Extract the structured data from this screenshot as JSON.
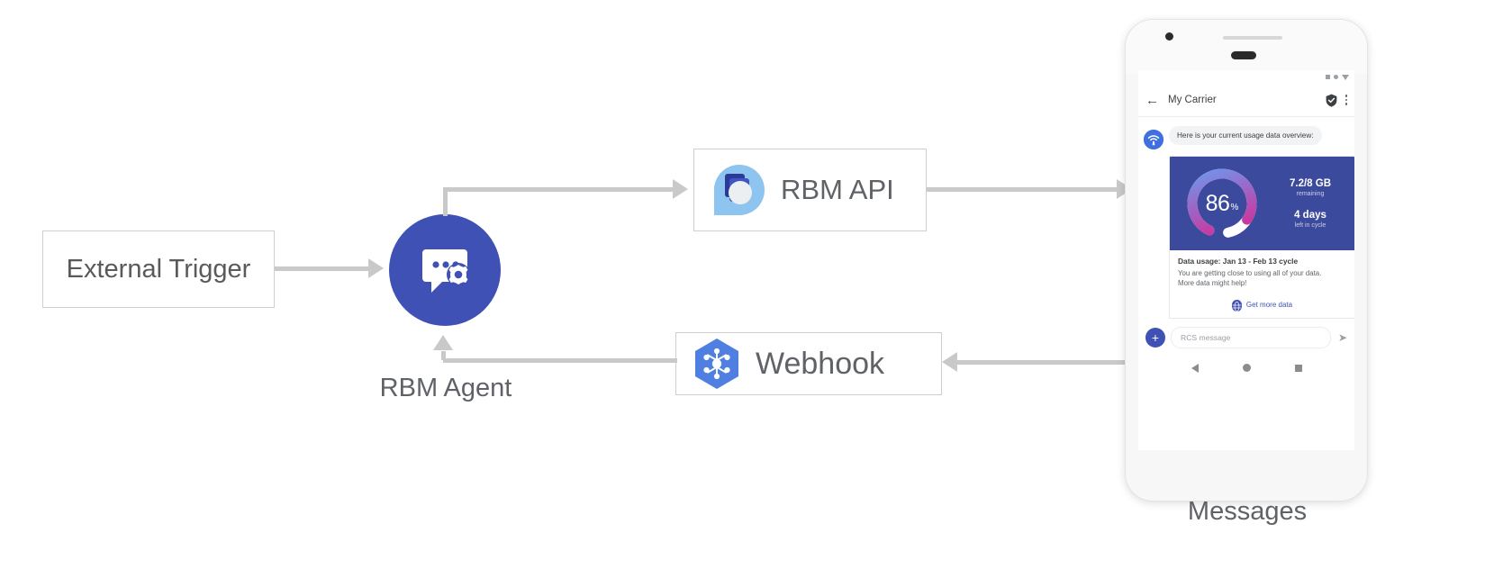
{
  "diagram": {
    "nodes": {
      "external_trigger": {
        "label": "External Trigger"
      },
      "rbm_agent": {
        "label": "RBM Agent",
        "icon": "chat-gear-icon",
        "color": "#3f51b5"
      },
      "rbm_api": {
        "label": "RBM API",
        "icon": "rbm-api-logo"
      },
      "webhook": {
        "label": "Webhook",
        "icon": "webhook-hexagon-icon",
        "color": "#4285f4"
      },
      "messages": {
        "label": "Messages"
      }
    },
    "connector_color": "#c9c9c9"
  },
  "phone": {
    "statusbar": {
      "icons": [
        "square-icon",
        "circle-icon",
        "triangle-down-icon"
      ]
    },
    "appbar": {
      "back_icon": "←",
      "title": "My Carrier",
      "verified_icon": "shield-check-icon",
      "menu_icon": "kebab-menu-icon"
    },
    "conversation": {
      "agent_avatar_icon": "rcs-agent-icon",
      "greeting": "Here is your current usage data overview:"
    },
    "card": {
      "gauge": {
        "percent": "86",
        "percent_symbol": "%",
        "value": 86,
        "arc_colors": [
          "#6b9bf0",
          "#a45ec0",
          "#e0218a"
        ],
        "track_color": "#ffffff",
        "background": "#3b4a9c"
      },
      "stats": [
        {
          "big": "7.2/8 GB",
          "small": "remaining"
        },
        {
          "big": "4 days",
          "small": "left in cycle"
        }
      ],
      "title": "Data usage: Jan 13 - Feb 13 cycle",
      "description_line1": "You are getting close to using all of your data.",
      "description_line2": "More data might help!",
      "action": {
        "icon": "globe-icon",
        "label": "Get more data",
        "color": "#4051b5"
      }
    },
    "composer": {
      "plus_icon": "+",
      "placeholder": "RCS message",
      "send_icon": "➤"
    },
    "navbar": {
      "icons": [
        "nav-back-icon",
        "nav-home-icon",
        "nav-recents-icon"
      ]
    }
  }
}
